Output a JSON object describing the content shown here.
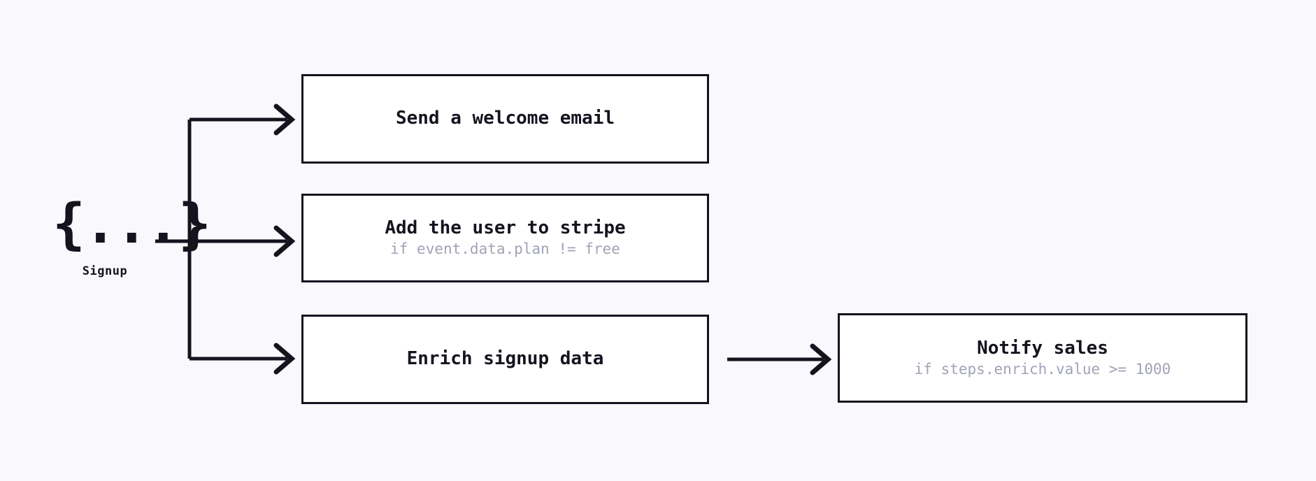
{
  "canvas": {
    "background_color": "#f9f8fd",
    "stroke_color": "#14141f",
    "box_fill_color": "#ffffff",
    "condition_text_color": "#a0a3b5"
  },
  "trigger": {
    "glyph": "{...}",
    "glyph_icon_name": "json-braces-icon",
    "label": "Signup"
  },
  "steps": [
    {
      "id": "welcome",
      "title": "Send a welcome email",
      "condition": ""
    },
    {
      "id": "stripe",
      "title": "Add the user to stripe",
      "condition": "if event.data.plan != free"
    },
    {
      "id": "enrich",
      "title": "Enrich signup data",
      "condition": ""
    },
    {
      "id": "notify",
      "title": "Notify sales",
      "condition": "if steps.enrich.value >= 1000"
    }
  ],
  "connectors": [
    {
      "id": "trigger-to-welcome",
      "from": "trigger",
      "to": "welcome"
    },
    {
      "id": "trigger-to-stripe",
      "from": "trigger",
      "to": "stripe"
    },
    {
      "id": "trigger-to-enrich",
      "from": "trigger",
      "to": "enrich"
    },
    {
      "id": "enrich-to-notify",
      "from": "enrich",
      "to": "notify"
    }
  ]
}
